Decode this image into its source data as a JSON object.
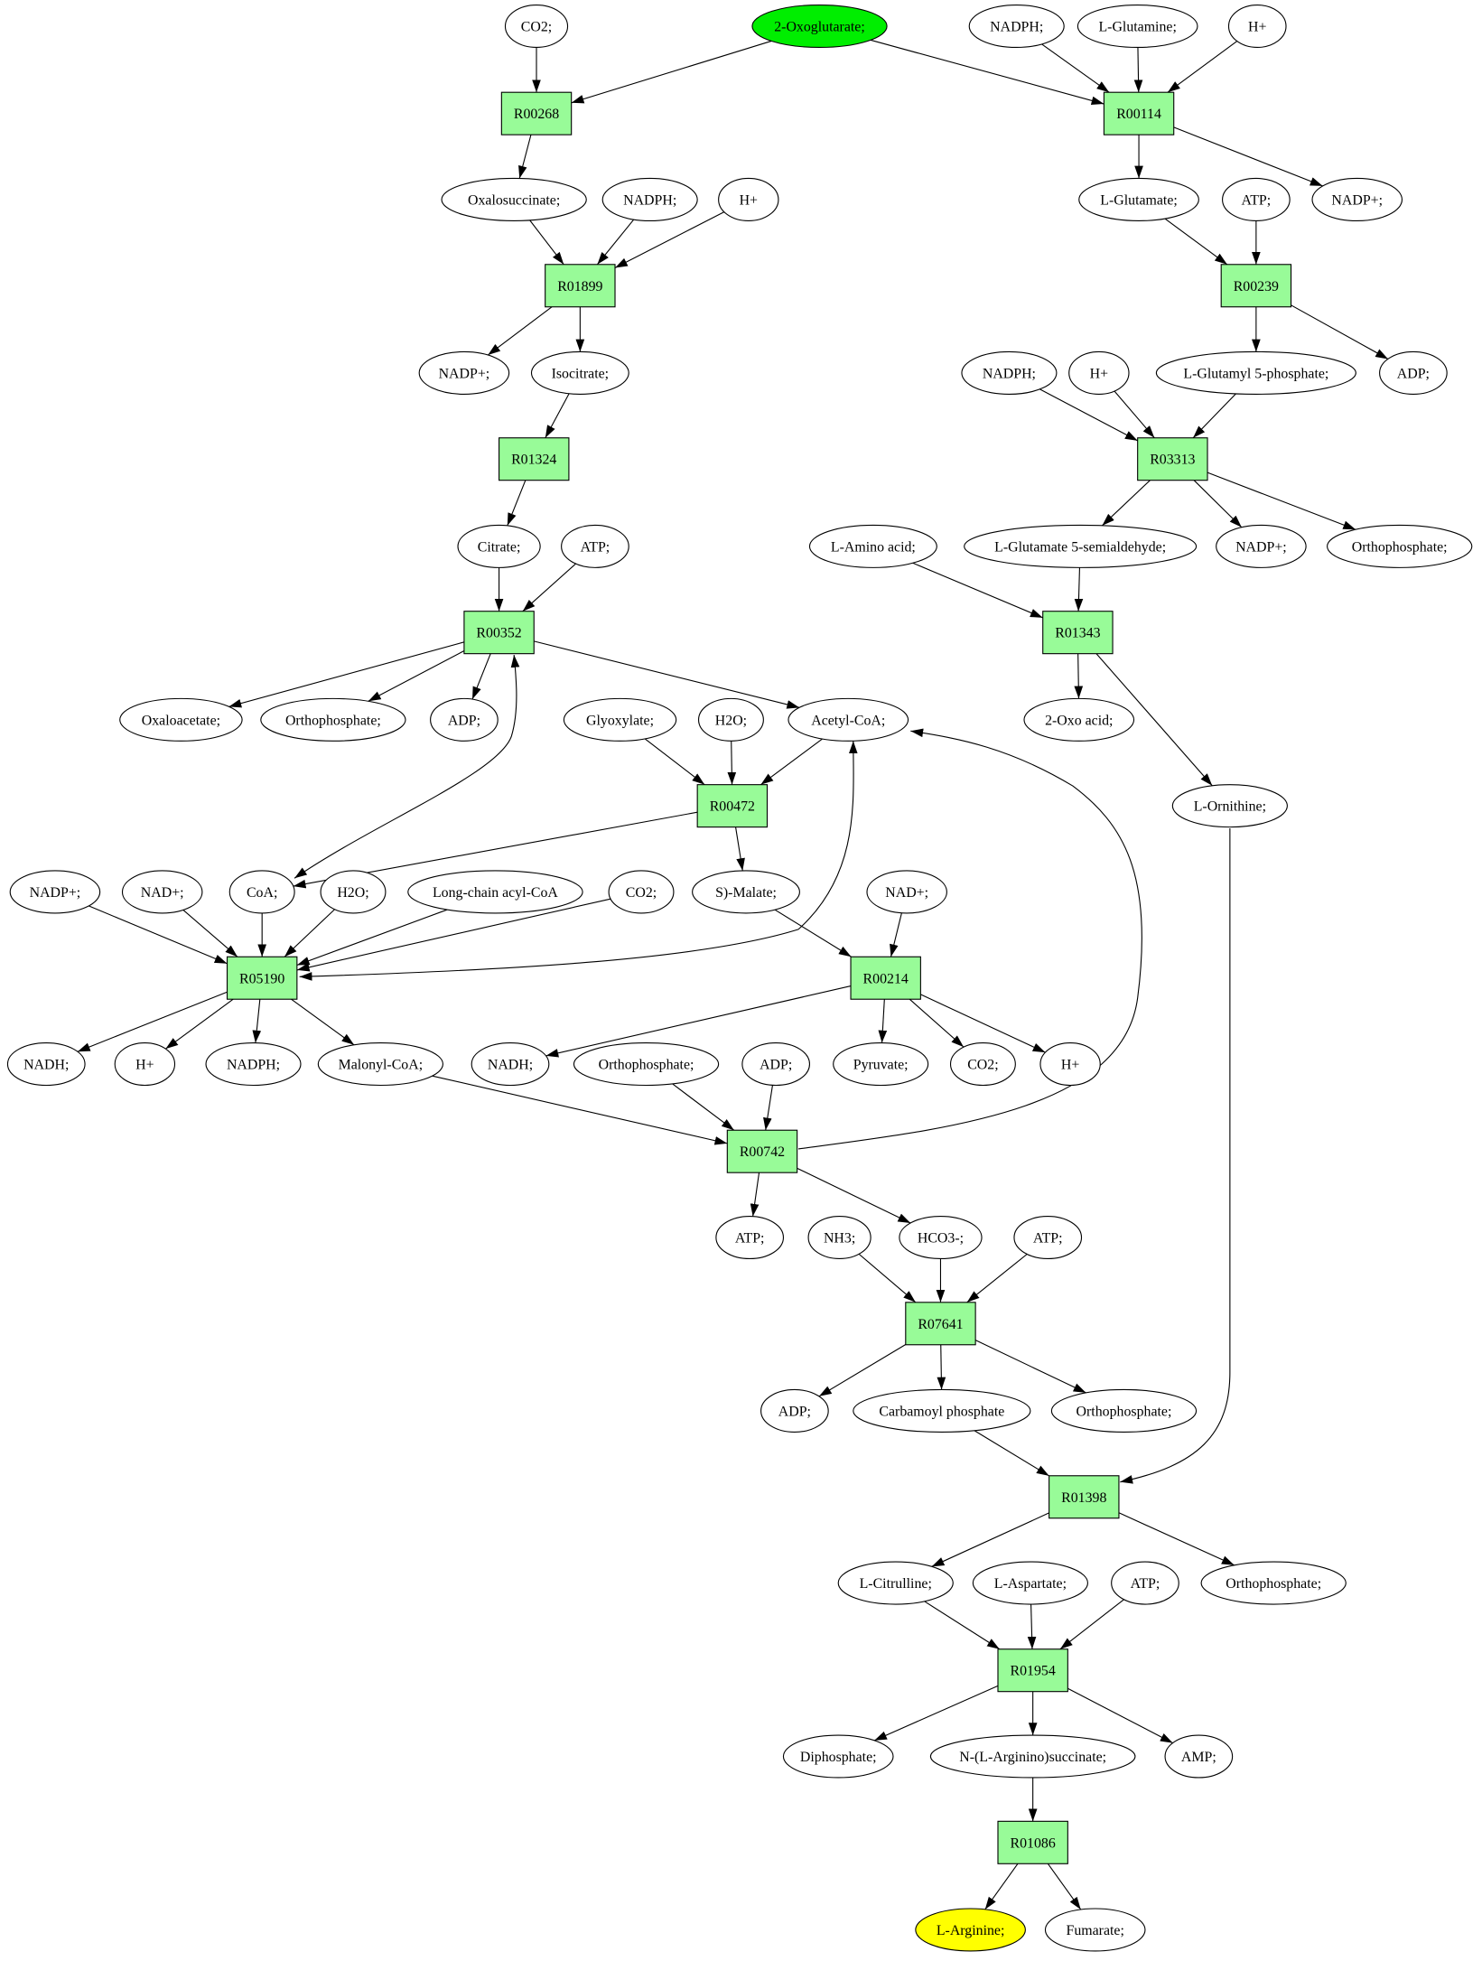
{
  "colors": {
    "start": "#00ee00",
    "end": "#ffff00",
    "reaction": "#98fb98",
    "compound": "#ffffff"
  },
  "nodes": [
    {
      "id": "co2_a",
      "label": "CO2;",
      "shape": "ellipse"
    },
    {
      "id": "oxoglut",
      "label": "2-Oxoglutarate;",
      "shape": "ellipse",
      "role": "start"
    },
    {
      "id": "nadph_a",
      "label": "NADPH;",
      "shape": "ellipse"
    },
    {
      "id": "lglutamine",
      "label": "L-Glutamine;",
      "shape": "ellipse"
    },
    {
      "id": "h_a",
      "label": "H+",
      "shape": "ellipse"
    },
    {
      "id": "R00268",
      "label": "R00268",
      "shape": "box"
    },
    {
      "id": "R00114",
      "label": "R00114",
      "shape": "box"
    },
    {
      "id": "oxalosucc",
      "label": "Oxalosuccinate;",
      "shape": "ellipse"
    },
    {
      "id": "nadph_b",
      "label": "NADPH;",
      "shape": "ellipse"
    },
    {
      "id": "h_b",
      "label": "H+",
      "shape": "ellipse"
    },
    {
      "id": "lglutamate",
      "label": "L-Glutamate;",
      "shape": "ellipse"
    },
    {
      "id": "atp_a",
      "label": "ATP;",
      "shape": "ellipse"
    },
    {
      "id": "nadp_a",
      "label": "NADP+;",
      "shape": "ellipse"
    },
    {
      "id": "R01899",
      "label": "R01899",
      "shape": "box"
    },
    {
      "id": "R00239",
      "label": "R00239",
      "shape": "box"
    },
    {
      "id": "nadp_b",
      "label": "NADP+;",
      "shape": "ellipse"
    },
    {
      "id": "isocitrate",
      "label": "Isocitrate;",
      "shape": "ellipse"
    },
    {
      "id": "nadph_c",
      "label": "NADPH;",
      "shape": "ellipse"
    },
    {
      "id": "h_c",
      "label": "H+",
      "shape": "ellipse"
    },
    {
      "id": "lg5p",
      "label": "L-Glutamyl 5-phosphate;",
      "shape": "ellipse"
    },
    {
      "id": "adp_a",
      "label": "ADP;",
      "shape": "ellipse"
    },
    {
      "id": "R01324",
      "label": "R01324",
      "shape": "box"
    },
    {
      "id": "R03313",
      "label": "R03313",
      "shape": "box"
    },
    {
      "id": "citrate",
      "label": "Citrate;",
      "shape": "ellipse"
    },
    {
      "id": "atp_b",
      "label": "ATP;",
      "shape": "ellipse"
    },
    {
      "id": "laminoacid",
      "label": "L-Amino acid;",
      "shape": "ellipse"
    },
    {
      "id": "lg5sa",
      "label": "L-Glutamate 5-semialdehyde;",
      "shape": "ellipse"
    },
    {
      "id": "nadp_c",
      "label": "NADP+;",
      "shape": "ellipse"
    },
    {
      "id": "pi_a",
      "label": "Orthophosphate;",
      "shape": "ellipse"
    },
    {
      "id": "R00352",
      "label": "R00352",
      "shape": "box"
    },
    {
      "id": "R01343",
      "label": "R01343",
      "shape": "box"
    },
    {
      "id": "oxaloacetate",
      "label": "Oxaloacetate;",
      "shape": "ellipse"
    },
    {
      "id": "pi_b",
      "label": "Orthophosphate;",
      "shape": "ellipse"
    },
    {
      "id": "adp_b",
      "label": "ADP;",
      "shape": "ellipse"
    },
    {
      "id": "glyoxylate",
      "label": "Glyoxylate;",
      "shape": "ellipse"
    },
    {
      "id": "h2o_a",
      "label": "H2O;",
      "shape": "ellipse"
    },
    {
      "id": "acetylcoa",
      "label": "Acetyl-CoA;",
      "shape": "ellipse"
    },
    {
      "id": "oxoacid",
      "label": "2-Oxo acid;",
      "shape": "ellipse"
    },
    {
      "id": "R00472",
      "label": "R00472",
      "shape": "box"
    },
    {
      "id": "lornithine",
      "label": "L-Ornithine;",
      "shape": "ellipse"
    },
    {
      "id": "nadp_d",
      "label": "NADP+;",
      "shape": "ellipse"
    },
    {
      "id": "nad_a",
      "label": "NAD+;",
      "shape": "ellipse"
    },
    {
      "id": "coa",
      "label": "CoA;",
      "shape": "ellipse"
    },
    {
      "id": "h2o_b",
      "label": "H2O;",
      "shape": "ellipse"
    },
    {
      "id": "lcacoa",
      "label": "Long-chain acyl-CoA",
      "shape": "ellipse"
    },
    {
      "id": "co2_b",
      "label": "CO2;",
      "shape": "ellipse"
    },
    {
      "id": "smalate",
      "label": "S)-Malate;",
      "shape": "ellipse"
    },
    {
      "id": "nad_b",
      "label": "NAD+;",
      "shape": "ellipse"
    },
    {
      "id": "R05190",
      "label": "R05190",
      "shape": "box"
    },
    {
      "id": "R00214",
      "label": "R00214",
      "shape": "box"
    },
    {
      "id": "nadh_a",
      "label": "NADH;",
      "shape": "ellipse"
    },
    {
      "id": "h_d",
      "label": "H+",
      "shape": "ellipse"
    },
    {
      "id": "nadph_d",
      "label": "NADPH;",
      "shape": "ellipse"
    },
    {
      "id": "malonylcoa",
      "label": "Malonyl-CoA;",
      "shape": "ellipse"
    },
    {
      "id": "nadh_b",
      "label": "NADH;",
      "shape": "ellipse"
    },
    {
      "id": "pi_c",
      "label": "Orthophosphate;",
      "shape": "ellipse"
    },
    {
      "id": "adp_c",
      "label": "ADP;",
      "shape": "ellipse"
    },
    {
      "id": "pyruvate",
      "label": "Pyruvate;",
      "shape": "ellipse"
    },
    {
      "id": "co2_c",
      "label": "CO2;",
      "shape": "ellipse"
    },
    {
      "id": "h_e",
      "label": "H+",
      "shape": "ellipse"
    },
    {
      "id": "R00742",
      "label": "R00742",
      "shape": "box"
    },
    {
      "id": "atp_c",
      "label": "ATP;",
      "shape": "ellipse"
    },
    {
      "id": "nh3",
      "label": "NH3;",
      "shape": "ellipse"
    },
    {
      "id": "hco3",
      "label": "HCO3-;",
      "shape": "ellipse"
    },
    {
      "id": "atp_d",
      "label": "ATP;",
      "shape": "ellipse"
    },
    {
      "id": "R07641",
      "label": "R07641",
      "shape": "box"
    },
    {
      "id": "adp_d",
      "label": "ADP;",
      "shape": "ellipse"
    },
    {
      "id": "carbamoylp",
      "label": "Carbamoyl phosphate",
      "shape": "ellipse"
    },
    {
      "id": "pi_d",
      "label": "Orthophosphate;",
      "shape": "ellipse"
    },
    {
      "id": "R01398",
      "label": "R01398",
      "shape": "box"
    },
    {
      "id": "lcitrulline",
      "label": "L-Citrulline;",
      "shape": "ellipse"
    },
    {
      "id": "laspartate",
      "label": "L-Aspartate;",
      "shape": "ellipse"
    },
    {
      "id": "atp_e",
      "label": "ATP;",
      "shape": "ellipse"
    },
    {
      "id": "pi_e",
      "label": "Orthophosphate;",
      "shape": "ellipse"
    },
    {
      "id": "R01954",
      "label": "R01954",
      "shape": "box"
    },
    {
      "id": "diphosphate",
      "label": "Diphosphate;",
      "shape": "ellipse"
    },
    {
      "id": "nargsucc",
      "label": "N-(L-Arginino)succinate;",
      "shape": "ellipse"
    },
    {
      "id": "amp",
      "label": "AMP;",
      "shape": "ellipse"
    },
    {
      "id": "R01086",
      "label": "R01086",
      "shape": "box"
    },
    {
      "id": "larginine",
      "label": "L-Arginine;",
      "shape": "ellipse",
      "role": "end"
    },
    {
      "id": "fumarate",
      "label": "Fumarate;",
      "shape": "ellipse"
    }
  ],
  "edges": [
    [
      "co2_a",
      "R00268"
    ],
    [
      "oxoglut",
      "R00268"
    ],
    [
      "oxoglut",
      "R00114"
    ],
    [
      "nadph_a",
      "R00114"
    ],
    [
      "lglutamine",
      "R00114"
    ],
    [
      "h_a",
      "R00114"
    ],
    [
      "R00268",
      "oxalosucc"
    ],
    [
      "R00114",
      "lglutamate"
    ],
    [
      "R00114",
      "nadp_a"
    ],
    [
      "oxalosucc",
      "R01899"
    ],
    [
      "nadph_b",
      "R01899"
    ],
    [
      "h_b",
      "R01899"
    ],
    [
      "lglutamate",
      "R00239"
    ],
    [
      "atp_a",
      "R00239"
    ],
    [
      "R01899",
      "nadp_b"
    ],
    [
      "R01899",
      "isocitrate"
    ],
    [
      "R00239",
      "lg5p"
    ],
    [
      "R00239",
      "adp_a"
    ],
    [
      "isocitrate",
      "R01324"
    ],
    [
      "nadph_c",
      "R03313"
    ],
    [
      "h_c",
      "R03313"
    ],
    [
      "lg5p",
      "R03313"
    ],
    [
      "R01324",
      "citrate"
    ],
    [
      "R03313",
      "lg5sa"
    ],
    [
      "R03313",
      "nadp_c"
    ],
    [
      "R03313",
      "pi_a"
    ],
    [
      "citrate",
      "R00352"
    ],
    [
      "atp_b",
      "R00352"
    ],
    [
      "laminoacid",
      "R01343"
    ],
    [
      "lg5sa",
      "R01343"
    ],
    [
      "R00352",
      "oxaloacetate"
    ],
    [
      "R00352",
      "pi_b"
    ],
    [
      "R00352",
      "adp_b"
    ],
    [
      "R00352",
      "acetylcoa"
    ],
    [
      "R01343",
      "oxoacid"
    ],
    [
      "R01343",
      "lornithine"
    ],
    [
      "glyoxylate",
      "R00472"
    ],
    [
      "h2o_a",
      "R00472"
    ],
    [
      "acetylcoa",
      "R00472"
    ],
    [
      "R00472",
      "coa"
    ],
    [
      "R00472",
      "smalate"
    ],
    [
      "coa",
      "R00352",
      "both"
    ],
    [
      "nadp_d",
      "R05190"
    ],
    [
      "nad_a",
      "R05190"
    ],
    [
      "coa",
      "R05190"
    ],
    [
      "h2o_b",
      "R05190"
    ],
    [
      "lcacoa",
      "R05190"
    ],
    [
      "co2_b",
      "R05190"
    ],
    [
      "acetylcoa",
      "R05190",
      "both"
    ],
    [
      "smalate",
      "R00214"
    ],
    [
      "nad_b",
      "R00214"
    ],
    [
      "R05190",
      "nadh_a"
    ],
    [
      "R05190",
      "h_d"
    ],
    [
      "R05190",
      "nadph_d"
    ],
    [
      "R05190",
      "malonylcoa"
    ],
    [
      "R00214",
      "nadh_b"
    ],
    [
      "R00214",
      "pyruvate"
    ],
    [
      "R00214",
      "co2_c"
    ],
    [
      "R00214",
      "h_e"
    ],
    [
      "malonylcoa",
      "R00742"
    ],
    [
      "pi_c",
      "R00742"
    ],
    [
      "adp_c",
      "R00742"
    ],
    [
      "R00742",
      "acetylcoa"
    ],
    [
      "R00742",
      "atp_c"
    ],
    [
      "R00742",
      "hco3"
    ],
    [
      "nh3",
      "R07641"
    ],
    [
      "hco3",
      "R07641"
    ],
    [
      "atp_d",
      "R07641"
    ],
    [
      "R07641",
      "adp_d"
    ],
    [
      "R07641",
      "carbamoylp"
    ],
    [
      "R07641",
      "pi_d"
    ],
    [
      "carbamoylp",
      "R01398"
    ],
    [
      "lornithine",
      "R01398"
    ],
    [
      "R01398",
      "lcitrulline"
    ],
    [
      "R01398",
      "pi_e"
    ],
    [
      "lcitrulline",
      "R01954"
    ],
    [
      "laspartate",
      "R01954"
    ],
    [
      "atp_e",
      "R01954"
    ],
    [
      "R01954",
      "diphosphate"
    ],
    [
      "R01954",
      "nargsucc"
    ],
    [
      "R01954",
      "amp"
    ],
    [
      "nargsucc",
      "R01086"
    ],
    [
      "R01086",
      "larginine"
    ],
    [
      "R01086",
      "fumarate"
    ]
  ]
}
